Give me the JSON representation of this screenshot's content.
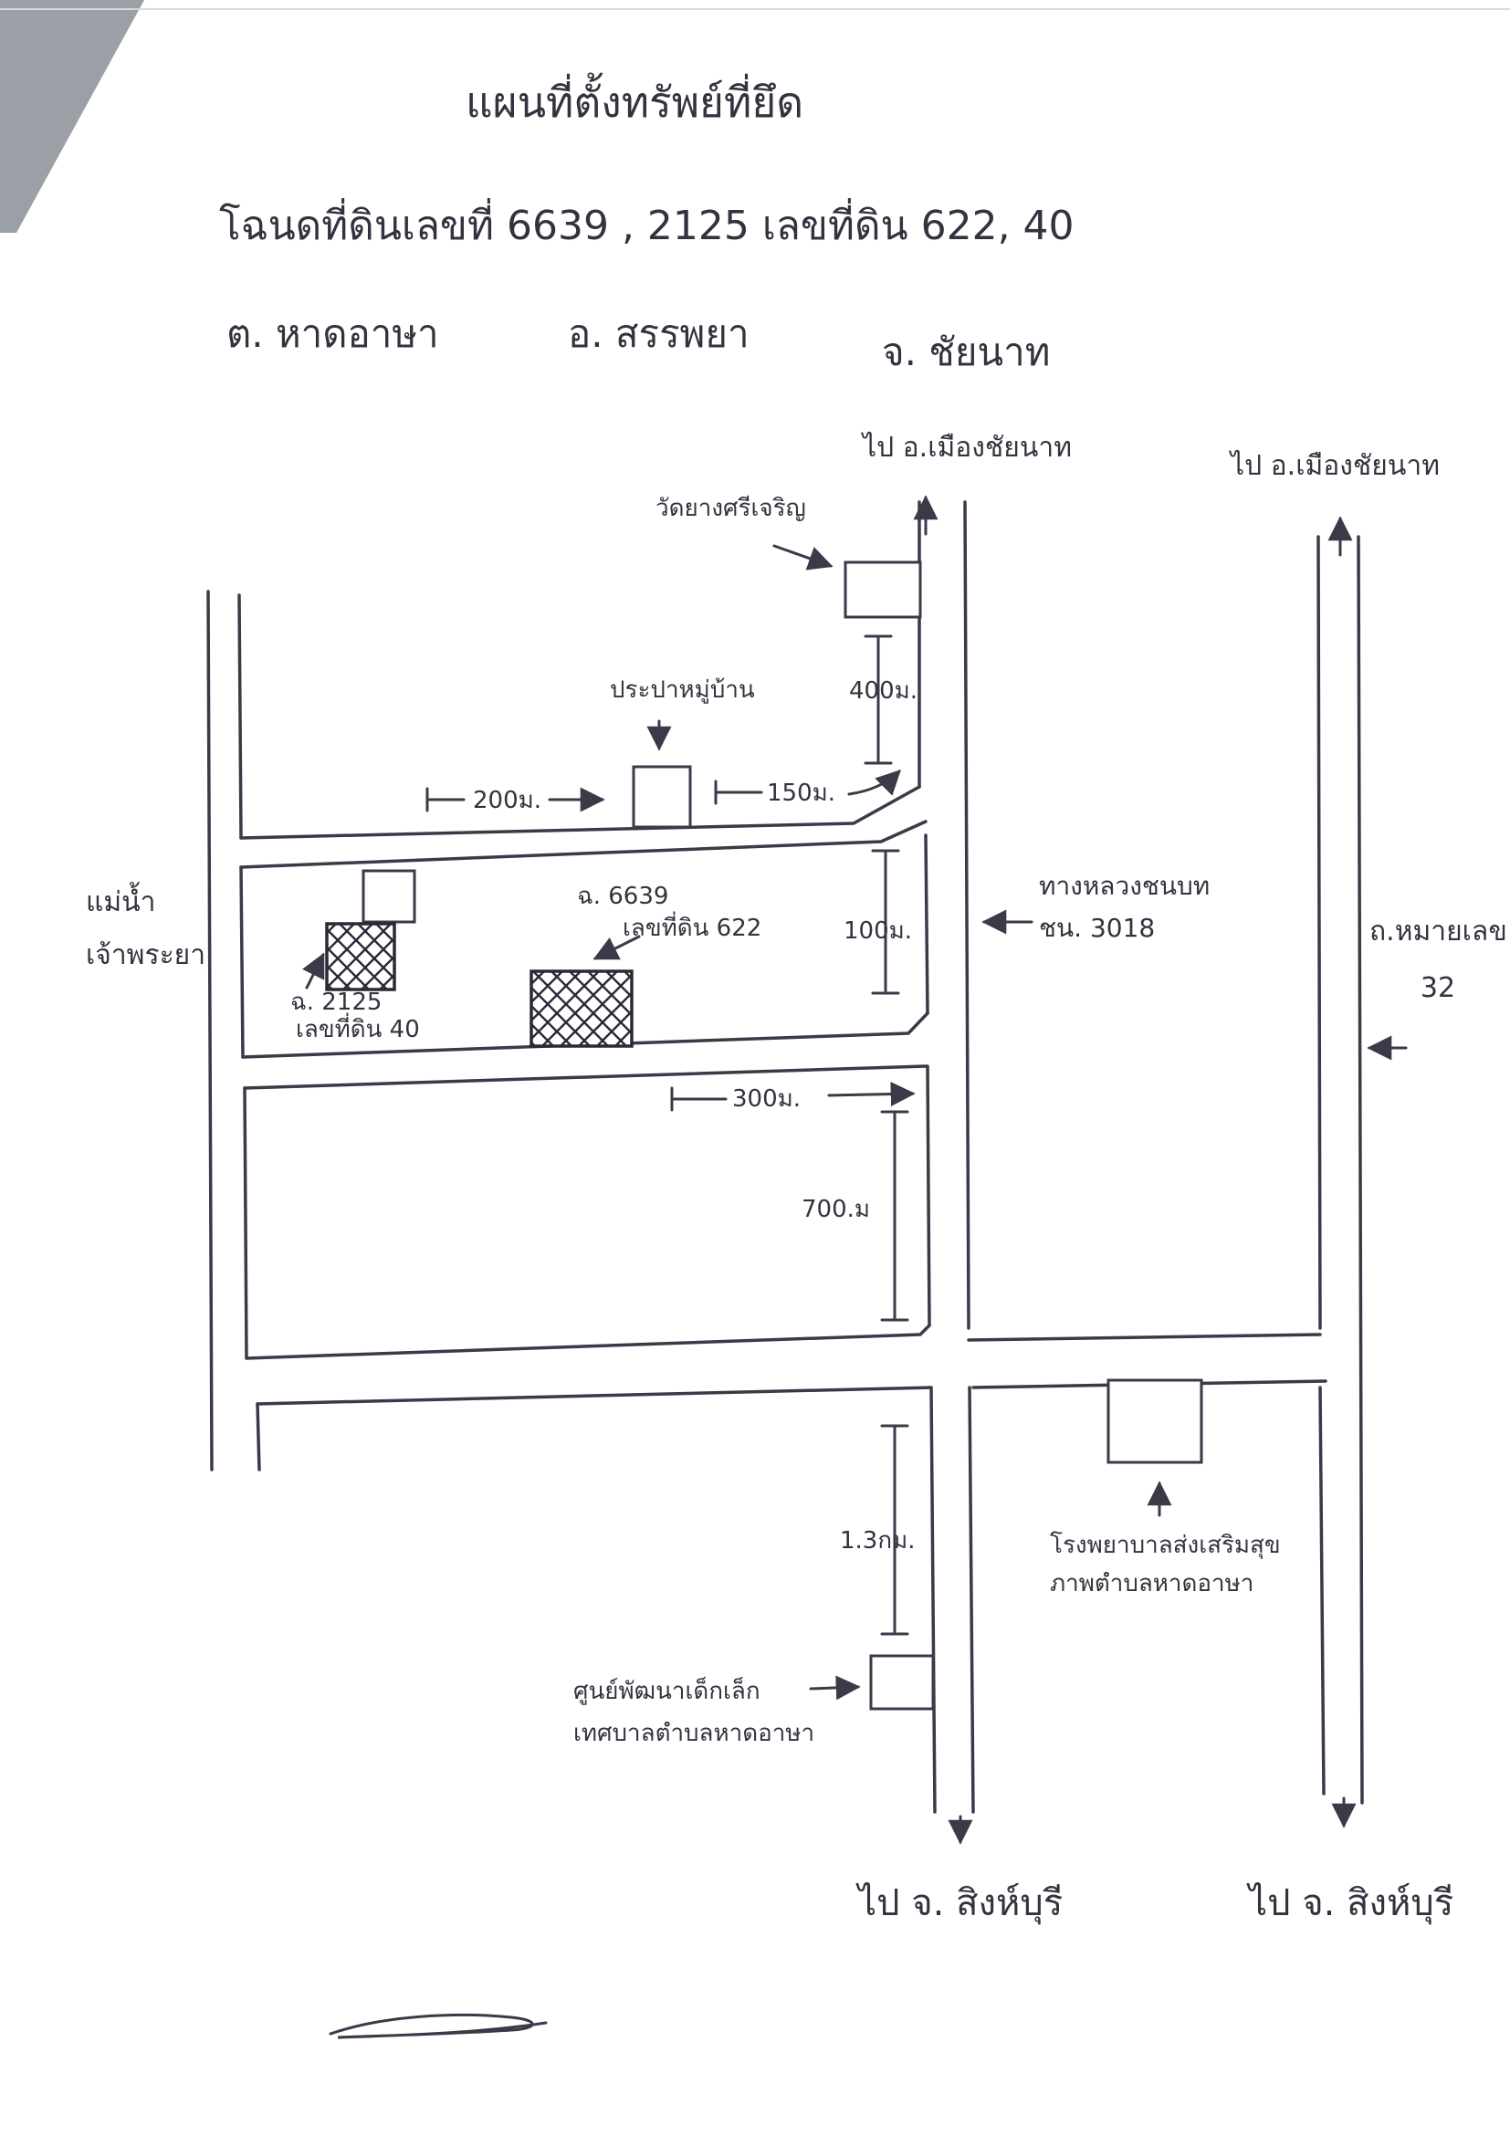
{
  "header": {
    "title": "แผนที่ตั้งทรัพย์ที่ยึด",
    "deed_line": "โฉนดที่ดินเลขที่ 6639 , 2125 เลขที่ดิน 622, 40",
    "subdistrict": "ต. หาดอาษา",
    "district": "อ. สรรพยา",
    "province": "จ. ชัยนาท"
  },
  "landmarks": {
    "temple": "วัดยางศรีเจริญ",
    "village_water_supply": "ประปาหมู่บ้าน",
    "hospital": "โรงพยาบาลส่งเสริมสุขภาพตำบลหาดอาษา",
    "childcare_center": "ศูนย์พัฒนาเด็กเล็กเทศบาลตำบลหาดอาษา",
    "river": "แม่น้ำเจ้าพระยา",
    "rural_road": "ทางหลวงชนบท ชน. 3018",
    "highway": "ถ.หมายเลข 32"
  },
  "directions": {
    "north_local": "ไป อ.เมืองชัยนาท",
    "north_highway": "ไป อ.เมืองชัยนาท",
    "south_local": "ไป จ. สิงห์บุรี",
    "south_highway": "ไป จ. สิงห์บุรี"
  },
  "parcels": [
    {
      "deed": "ฉ. 6639",
      "land_no": "เลขที่ดิน 622"
    },
    {
      "deed": "ฉ. 2125",
      "land_no": "เลขที่ดิน 40"
    }
  ],
  "distances": {
    "temple_to_soi": "400ม.",
    "west_of_water": "200ม.",
    "east_of_water": "150ม.",
    "soi_gap": "100ม.",
    "lower_soi": "300ม.",
    "block_height": "700.ม",
    "to_childcare": "1.3กม."
  },
  "colors": {
    "ink": "#33333f",
    "paper": "#ffffff"
  }
}
